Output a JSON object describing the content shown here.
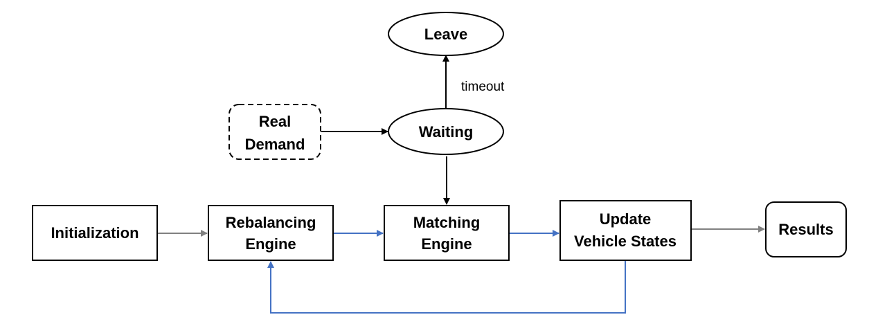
{
  "nodes": {
    "leave": "Leave",
    "waiting": "Waiting",
    "real_demand": [
      "Real",
      "Demand"
    ],
    "initialization": "Initialization",
    "rebalancing_engine": [
      "Rebalancing",
      "Engine"
    ],
    "matching_engine": [
      "Matching",
      "Engine"
    ],
    "update_vehicle_states": [
      "Update",
      "Vehicle States"
    ],
    "results": "Results"
  },
  "edge_labels": {
    "timeout": "timeout"
  },
  "colors": {
    "black_arrow": "#000000",
    "gray_arrow": "#808080",
    "blue_arrow": "#4472C4"
  }
}
